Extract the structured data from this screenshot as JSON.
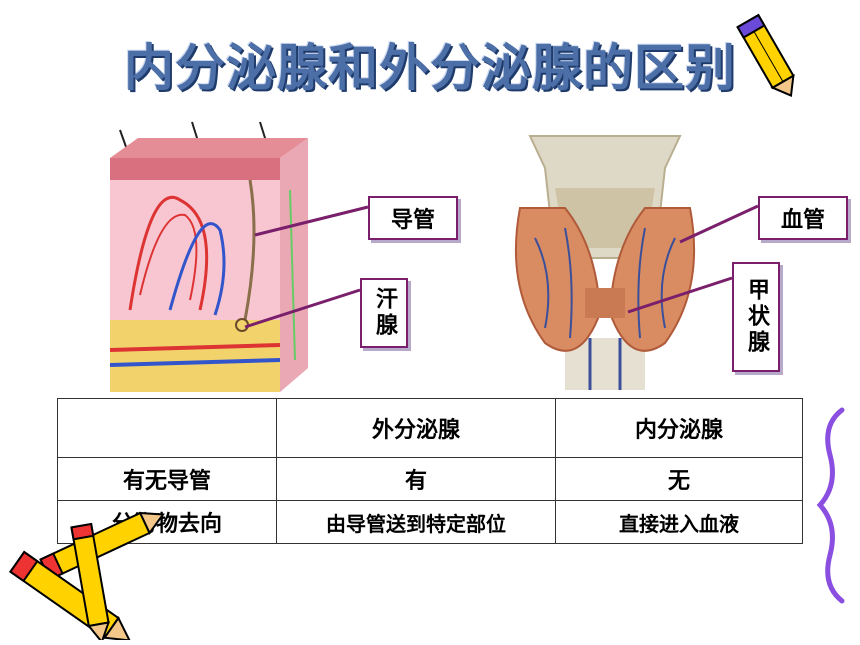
{
  "title": "内分泌腺和外分泌腺的区别",
  "figure_labels": {
    "duct": "导管",
    "sweat_gland": "汗腺",
    "blood_vessel": "血管",
    "thyroid": "甲状腺"
  },
  "table": {
    "headers": [
      "",
      "外分泌腺",
      "内分泌腺"
    ],
    "rows": [
      [
        "有无导管",
        "有",
        "无"
      ],
      [
        "分泌物去向",
        "由导管送到特定部位",
        "直接进入血液"
      ]
    ]
  },
  "colors": {
    "title": "#4d6fa8",
    "label_border": "#7a1f6b"
  }
}
